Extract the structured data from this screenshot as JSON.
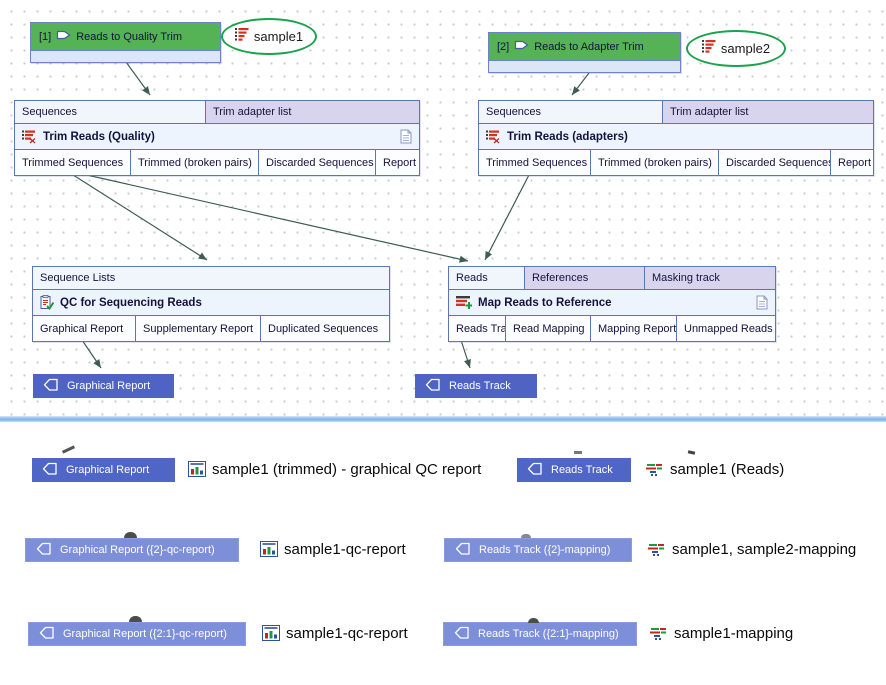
{
  "canvas": {
    "inputs": [
      {
        "index": "[1]",
        "label": "Reads to Quality Trim",
        "sample": "sample1"
      },
      {
        "index": "[2]",
        "label": "Reads to Adapter Trim",
        "sample": "sample2"
      }
    ],
    "blocks": [
      {
        "title": "Trim Reads (Quality)",
        "inputs": [
          "Sequences",
          "Trim adapter list"
        ],
        "outputs": [
          "Trimmed Sequences",
          "Trimmed (broken pairs)",
          "Discarded Sequences",
          "Report"
        ]
      },
      {
        "title": "Trim Reads (adapters)",
        "inputs": [
          "Sequences",
          "Trim adapter list"
        ],
        "outputs": [
          "Trimmed Sequences",
          "Trimmed (broken pairs)",
          "Discarded Sequences",
          "Report"
        ]
      },
      {
        "title": "QC for Sequencing Reads",
        "inputs": [
          "Sequence Lists"
        ],
        "outputs": [
          "Graphical Report",
          "Supplementary Report",
          "Duplicated Sequences"
        ]
      },
      {
        "title": "Map Reads to Reference",
        "inputs": [
          "Reads",
          "References",
          "Masking track"
        ],
        "outputs": [
          "Reads Track",
          "Read Mapping",
          "Mapping Report",
          "Unmapped Reads"
        ]
      }
    ],
    "output_nodes": [
      {
        "label": "Graphical Report"
      },
      {
        "label": "Reads Track"
      }
    ]
  },
  "results": {
    "rows": [
      {
        "left_button": "Graphical Report",
        "left_item": "sample1 (trimmed) - graphical QC report",
        "right_button": "Reads Track",
        "right_item": "sample1 (Reads)"
      },
      {
        "left_button": "Graphical Report ({2}-qc-report)",
        "left_item": "sample1-qc-report",
        "right_button": "Reads Track ({2}-mapping)",
        "right_item": "sample1, sample2-mapping"
      },
      {
        "left_button": "Graphical Report ({2:1}-qc-report)",
        "left_item": "sample1-qc-report",
        "right_button": "Reads Track ({2:1}-mapping)",
        "right_item": "sample1-mapping"
      }
    ]
  },
  "colors": {
    "input_node_green": "#55b255",
    "node_border_blue": "#5b76b8",
    "lavender_port": "#d9d4ed",
    "output_node_blue": "#4f63c5",
    "result_button_light": "#7e8fda",
    "sample_oval_green": "#1aa24c",
    "arrow": "#3d5c52",
    "divider_blue": "#7fb0ea"
  }
}
